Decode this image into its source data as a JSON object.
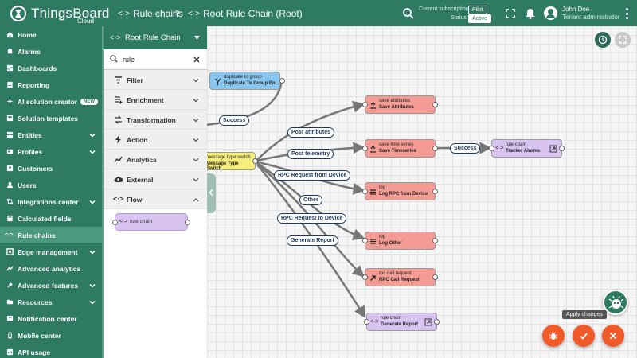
{
  "topbar": {
    "brand": "ThingsBoard",
    "brand_sub": "Cloud",
    "crumb1": "Rule chains",
    "crumb_sep": ">",
    "crumb2": "Root Rule Chain (Root)",
    "subscription_label": "Current subscription",
    "subscription_value": "Pilot",
    "status_label": "Status",
    "status_value": "Active",
    "user_name": "John Doe",
    "user_role": "Tenant administrator"
  },
  "sidebar": {
    "items": [
      {
        "label": "Home",
        "icon": "home-icon"
      },
      {
        "label": "Alarms",
        "icon": "alarm-icon"
      },
      {
        "label": "Dashboards",
        "icon": "dashboard-icon"
      },
      {
        "label": "Reporting",
        "icon": "report-icon"
      },
      {
        "label": "AI solution creator",
        "icon": "ai-icon",
        "badge": "NEW"
      },
      {
        "label": "Solution templates",
        "icon": "template-icon"
      },
      {
        "label": "Entities",
        "icon": "entities-icon",
        "expandable": true
      },
      {
        "label": "Profiles",
        "icon": "profiles-icon",
        "expandable": true
      },
      {
        "label": "Customers",
        "icon": "customers-icon"
      },
      {
        "label": "Users",
        "icon": "users-icon"
      },
      {
        "label": "Integrations center",
        "icon": "integrations-icon",
        "expandable": true
      },
      {
        "label": "Calculated fields",
        "icon": "calc-icon"
      },
      {
        "label": "Rule chains",
        "icon": "rule-chain-icon",
        "selected": true
      },
      {
        "label": "Edge management",
        "icon": "edge-icon",
        "expandable": true
      },
      {
        "label": "Advanced analytics",
        "icon": "analytics-icon"
      },
      {
        "label": "Advanced features",
        "icon": "features-icon",
        "expandable": true
      },
      {
        "label": "Resources",
        "icon": "folder-icon",
        "expandable": true
      },
      {
        "label": "Notification center",
        "icon": "notification-icon"
      },
      {
        "label": "Mobile center",
        "icon": "mobile-icon"
      },
      {
        "label": "API usage",
        "icon": "api-icon"
      }
    ]
  },
  "library": {
    "title": "Root Rule Chain",
    "search_value": "rule",
    "categories": [
      {
        "label": "Filter"
      },
      {
        "label": "Enrichment"
      },
      {
        "label": "Transformation"
      },
      {
        "label": "Action"
      },
      {
        "label": "Analytics"
      },
      {
        "label": "External"
      },
      {
        "label": "Flow"
      }
    ],
    "flow_node": "rule chain"
  },
  "nodes": {
    "dup": {
      "type": "duplicate to group",
      "name": "Duplicate To Group En..."
    },
    "switch": {
      "type": "message type switch",
      "name": "Message Type Switch"
    },
    "save_attr": {
      "type": "save attributes",
      "name": "Save Attributes"
    },
    "save_ts": {
      "type": "save time series",
      "name": "Save Timeseries"
    },
    "tracker": {
      "type": "rule chain",
      "name": "Tracker Alarms"
    },
    "log_rpc": {
      "type": "log",
      "name": "Log RPC from Device"
    },
    "log_other": {
      "type": "log",
      "name": "Log Other"
    },
    "rpc_call": {
      "type": "rpc call request",
      "name": "RPC Call Request"
    },
    "gen_report": {
      "type": "rule chain",
      "name": "Generate Report"
    }
  },
  "edges": {
    "success1": "Success",
    "post_attr": "Post attributes",
    "post_tel": "Post telemetry",
    "success2": "Success",
    "rpc_from": "RPC Request from Device",
    "other": "Other",
    "rpc_to": "RPC Request to Device",
    "gen_report": "Generate Report"
  },
  "tooltip": "Apply changes",
  "colors": {
    "primary": "#2f7a63",
    "filter_node": "#f5ee7c",
    "action_node": "#f49b93",
    "flow_node": "#d8c3f0",
    "transform_node": "#86c6ef",
    "fab": "#f05a28"
  }
}
